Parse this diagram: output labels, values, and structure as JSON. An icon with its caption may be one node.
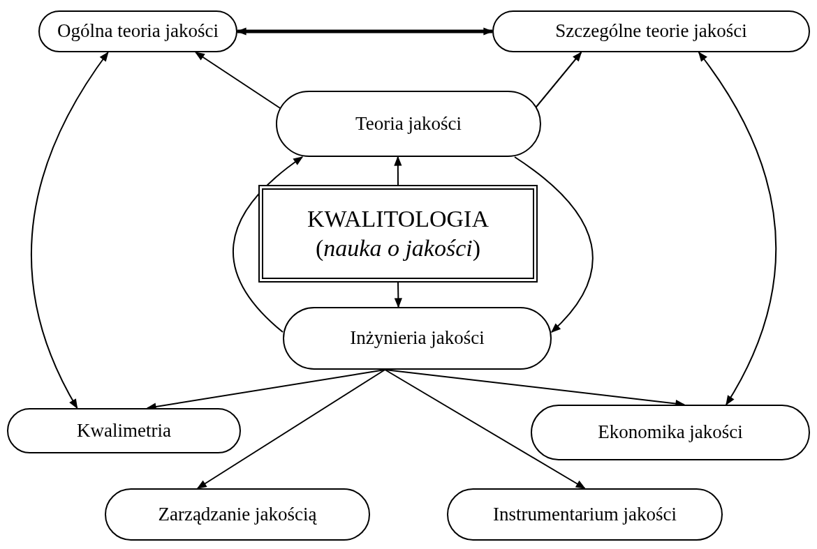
{
  "diagram": {
    "nodes": [
      {
        "text": [
          "Ogólna teoria jakości"
        ]
      },
      {
        "text": [
          "Szczególne teorie jakości"
        ]
      },
      {
        "text": [
          "Teoria jakości"
        ]
      },
      {
        "text": [
          "KWALITOLOGIA",
          "(*nauka o jakości*)"
        ]
      },
      {
        "text": [
          "Inżynieria jakości"
        ]
      },
      {
        "text": [
          "Kwalimetria"
        ]
      },
      {
        "text": [
          "Ekonomika jakości"
        ]
      },
      {
        "text": [
          "Zarządzanie jakością"
        ]
      },
      {
        "text": [
          "Instrumentarium jakości"
        ]
      }
    ],
    "edges": [
      {
        "from": 0,
        "to": 1,
        "arrow": "both",
        "style": "thick"
      },
      {
        "from": 2,
        "to": 0,
        "arrow": "to"
      },
      {
        "from": 2,
        "to": 1,
        "arrow": "to"
      },
      {
        "from": 3,
        "to": 2,
        "arrow": "to"
      },
      {
        "from": 3,
        "to": 4,
        "arrow": "to"
      },
      {
        "from": 4,
        "to": 5,
        "arrow": "to"
      },
      {
        "from": 4,
        "to": 6,
        "arrow": "to"
      },
      {
        "from": 4,
        "to": 7,
        "arrow": "to"
      },
      {
        "from": 4,
        "to": 8,
        "arrow": "to"
      },
      {
        "from": 0,
        "to": 5,
        "arrow": "both"
      },
      {
        "from": 1,
        "to": 6,
        "arrow": "both"
      },
      {
        "from": 4,
        "to": 2,
        "arrow": "to"
      },
      {
        "from": 2,
        "to": 4,
        "arrow": "to"
      }
    ]
  }
}
